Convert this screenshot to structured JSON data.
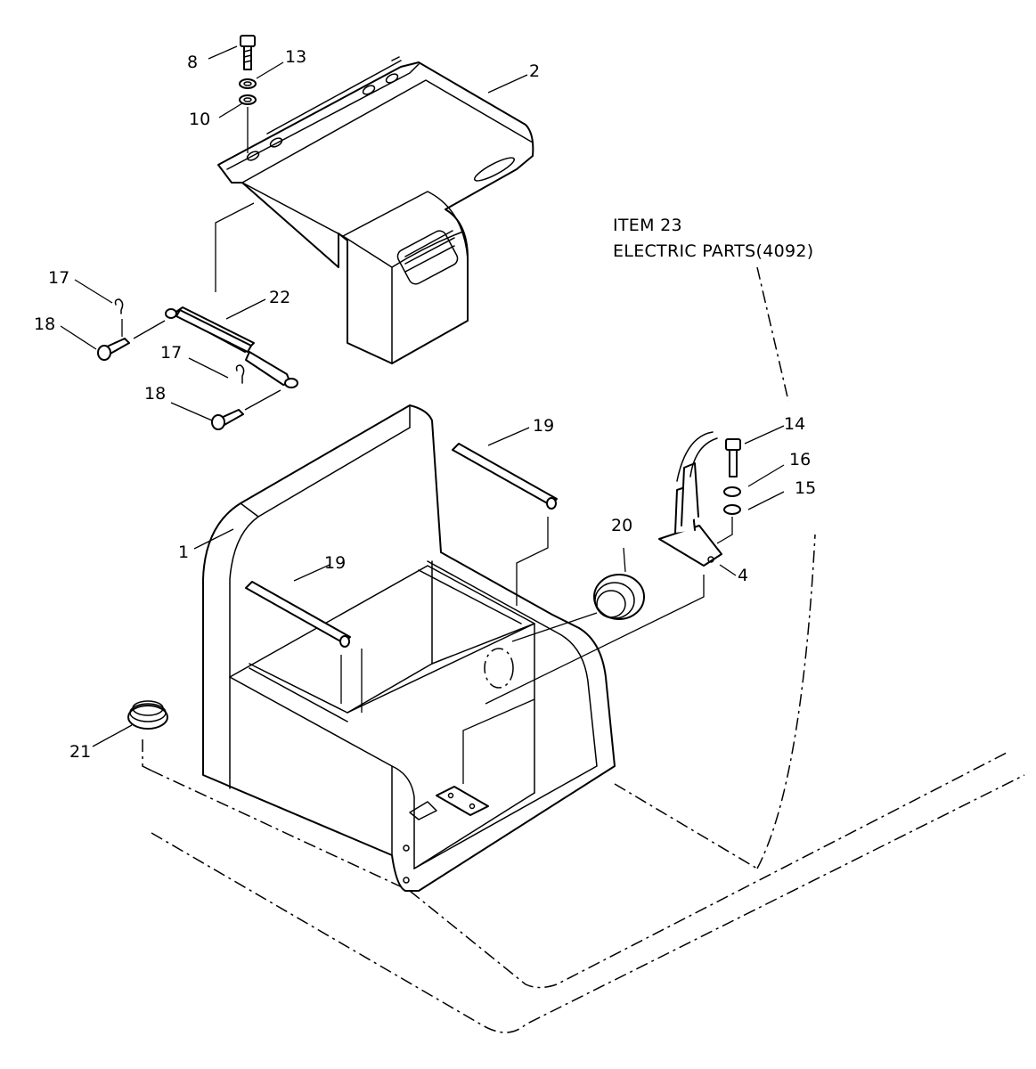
{
  "note": {
    "line1": "ITEM 23",
    "line2": "ELECTRIC PARTS(4092)"
  },
  "callouts": {
    "c1": "1",
    "c2": "2",
    "c4": "4",
    "c8": "8",
    "c10": "10",
    "c13": "13",
    "c14": "14",
    "c15": "15",
    "c16": "16",
    "c17a": "17",
    "c17b": "17",
    "c18a": "18",
    "c18b": "18",
    "c19a": "19",
    "c19b": "19",
    "c20": "20",
    "c21": "21",
    "c22": "22"
  }
}
